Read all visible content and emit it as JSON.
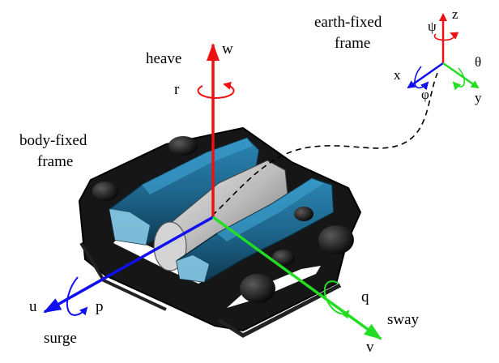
{
  "colors": {
    "surge_axis": "#1010ee",
    "sway_axis": "#22dd22",
    "heave_axis": "#ee1111",
    "hull_blue": "#1f6f96",
    "frame_black": "#1a1a1a",
    "cylinder_gray": "#b5b5b5"
  },
  "earth_frame": {
    "title_line1": "earth-fixed",
    "title_line2": "frame",
    "axes": {
      "x": {
        "label": "x",
        "rotation": "φ"
      },
      "y": {
        "label": "y",
        "rotation": "θ"
      },
      "z": {
        "label": "z",
        "rotation": "ψ"
      }
    }
  },
  "body_frame": {
    "title_line1": "body-fixed",
    "title_line2": "frame",
    "axes": {
      "surge": {
        "name": "surge",
        "velocity": "u",
        "rotation": "p"
      },
      "sway": {
        "name": "sway",
        "velocity": "v",
        "rotation": "q"
      },
      "heave": {
        "name": "heave",
        "velocity": "w",
        "rotation": "r"
      }
    }
  },
  "icons": {
    "vehicle": "rov-vehicle-icon",
    "link": "dashed-connector"
  }
}
